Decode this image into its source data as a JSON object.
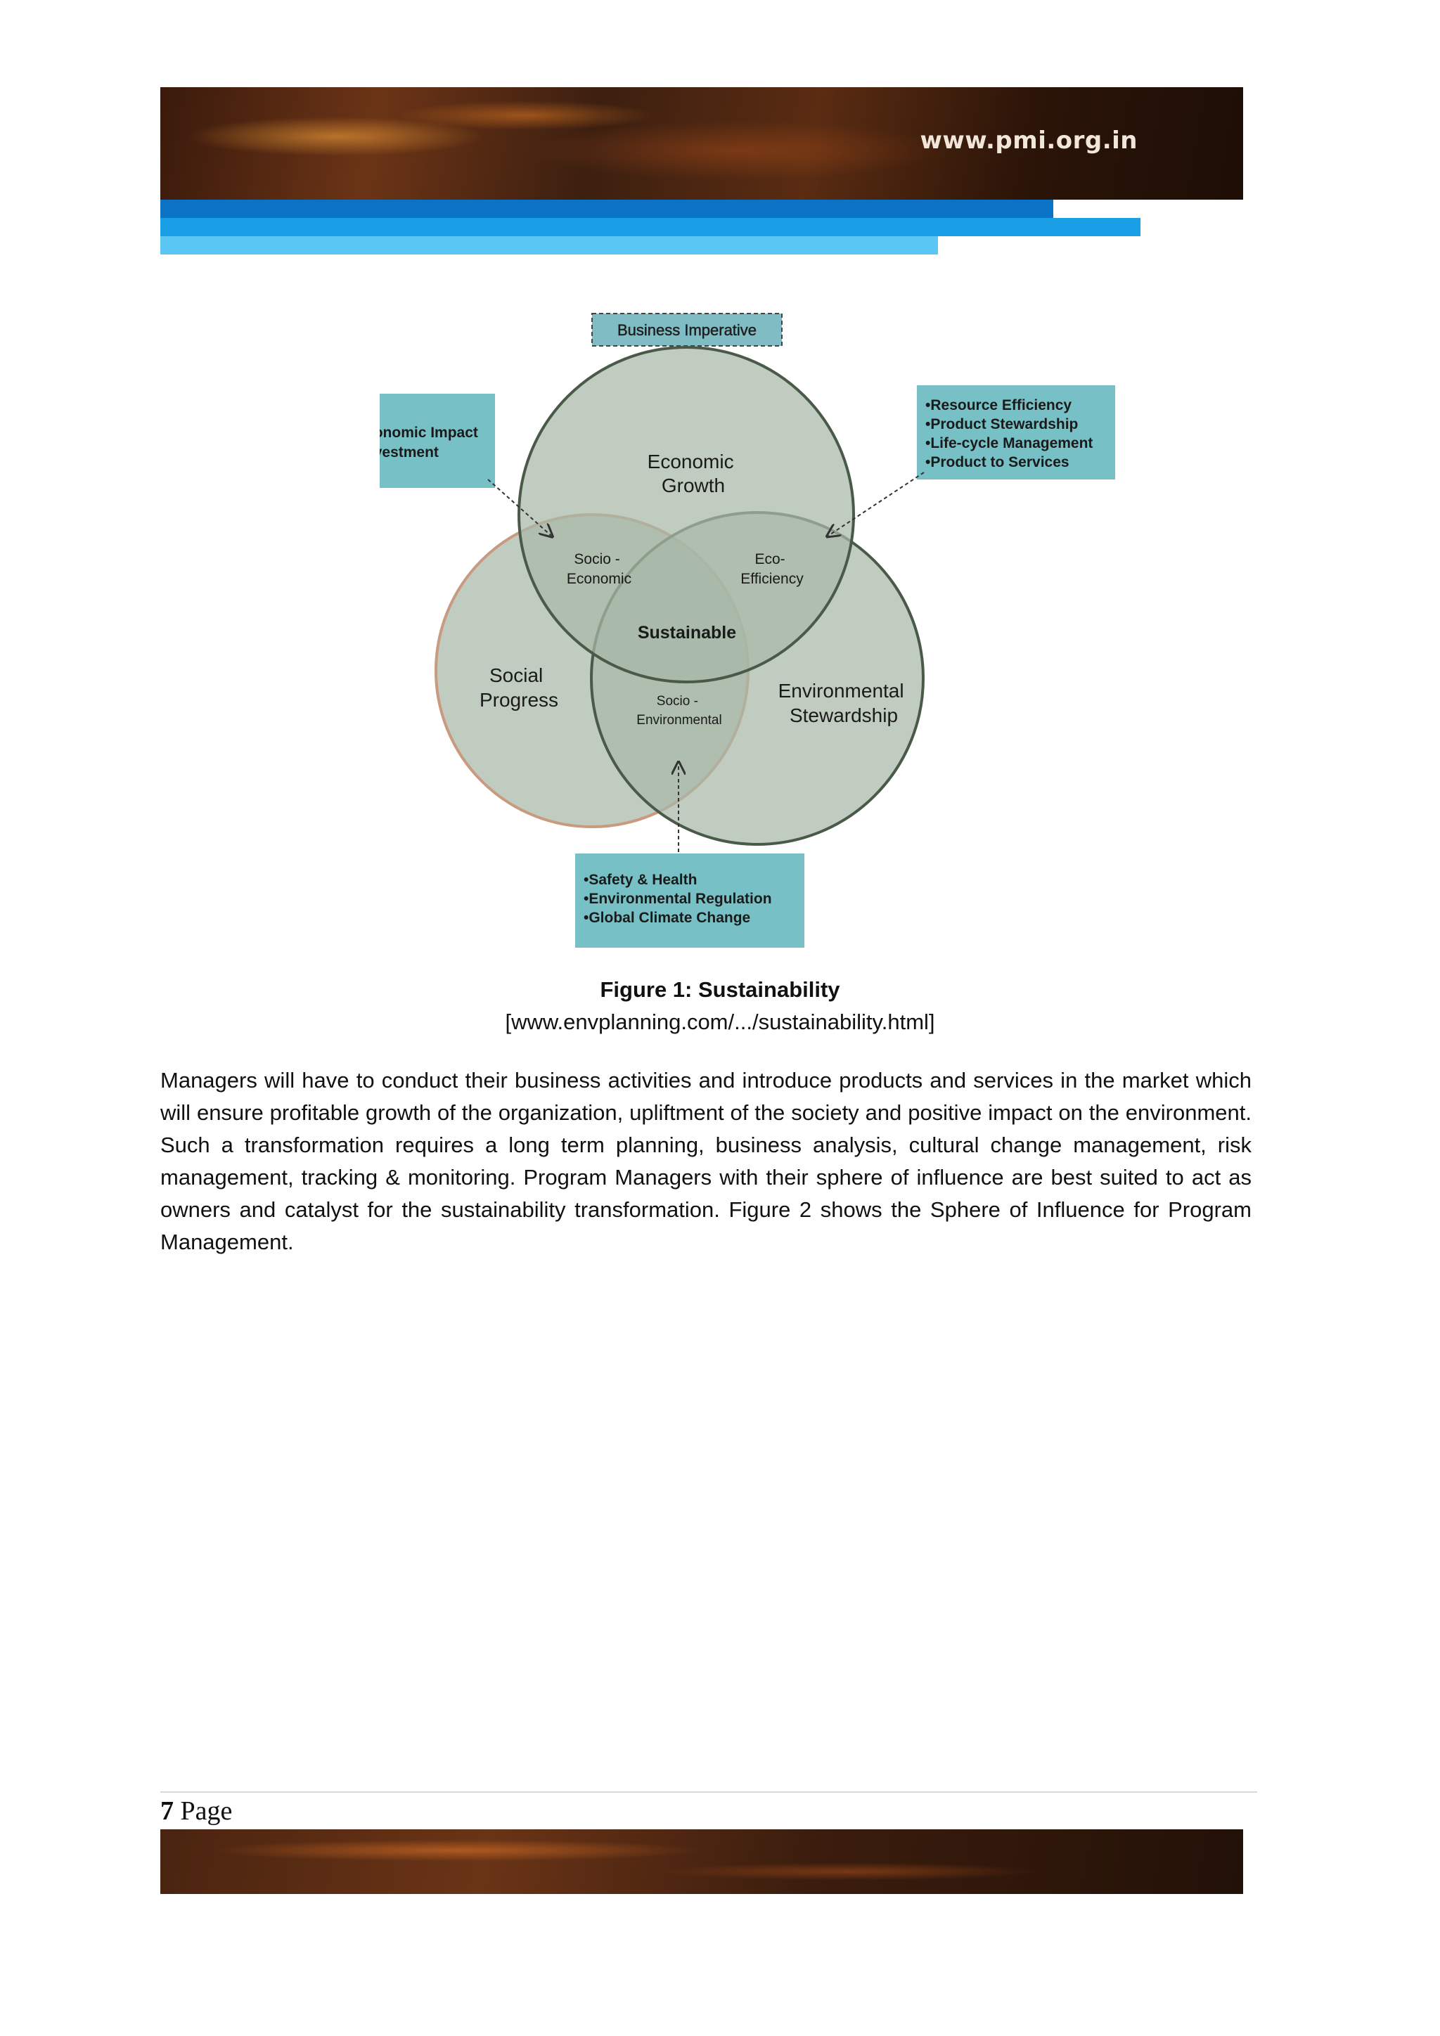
{
  "header": {
    "url": "www.pmi.org.in"
  },
  "diagram": {
    "top_label": "Business Imperative",
    "circles": {
      "economic": [
        "Economic",
        "Growth"
      ],
      "social": [
        "Social",
        "Progress"
      ],
      "environmental": [
        "Environmental",
        "Stewardship"
      ]
    },
    "overlaps": {
      "socio_economic": [
        "Socio -",
        "Economic"
      ],
      "eco_efficiency": [
        "Eco-",
        "Efficiency"
      ],
      "socio_environmental": [
        "Socio -",
        "Environmental"
      ],
      "center": "Sustainable"
    },
    "callouts": {
      "top_left": [
        "•Local Economic Impact",
        "•Social Investment"
      ],
      "top_right": [
        "•Resource Efficiency",
        "•Product Stewardship",
        "•Life-cycle Management",
        "•Product to Services"
      ],
      "bottom": [
        "•Safety & Health",
        "•Environmental Regulation",
        "•Global Climate Change"
      ]
    },
    "colors": {
      "circle_fill": "#a8b9a8",
      "callout_fill": "#77c0c6"
    }
  },
  "figure": {
    "caption": "Figure 1: Sustainability",
    "source": "[www.envplanning.com/.../sustainability.html]"
  },
  "body": {
    "paragraph": "Managers will have to conduct their business activities and introduce products and services in the market which will ensure profitable growth of the organization, upliftment of the society and positive impact on the environment. Such a transformation requires a long term planning, business analysis, cultural change management, risk management, tracking & monitoring. Program Managers with their sphere of influence are best suited to act as owners and catalyst for the sustainability transformation. Figure 2 shows the Sphere of Influence for Program Management."
  },
  "footer": {
    "page_number": "7",
    "page_word": "Page"
  }
}
